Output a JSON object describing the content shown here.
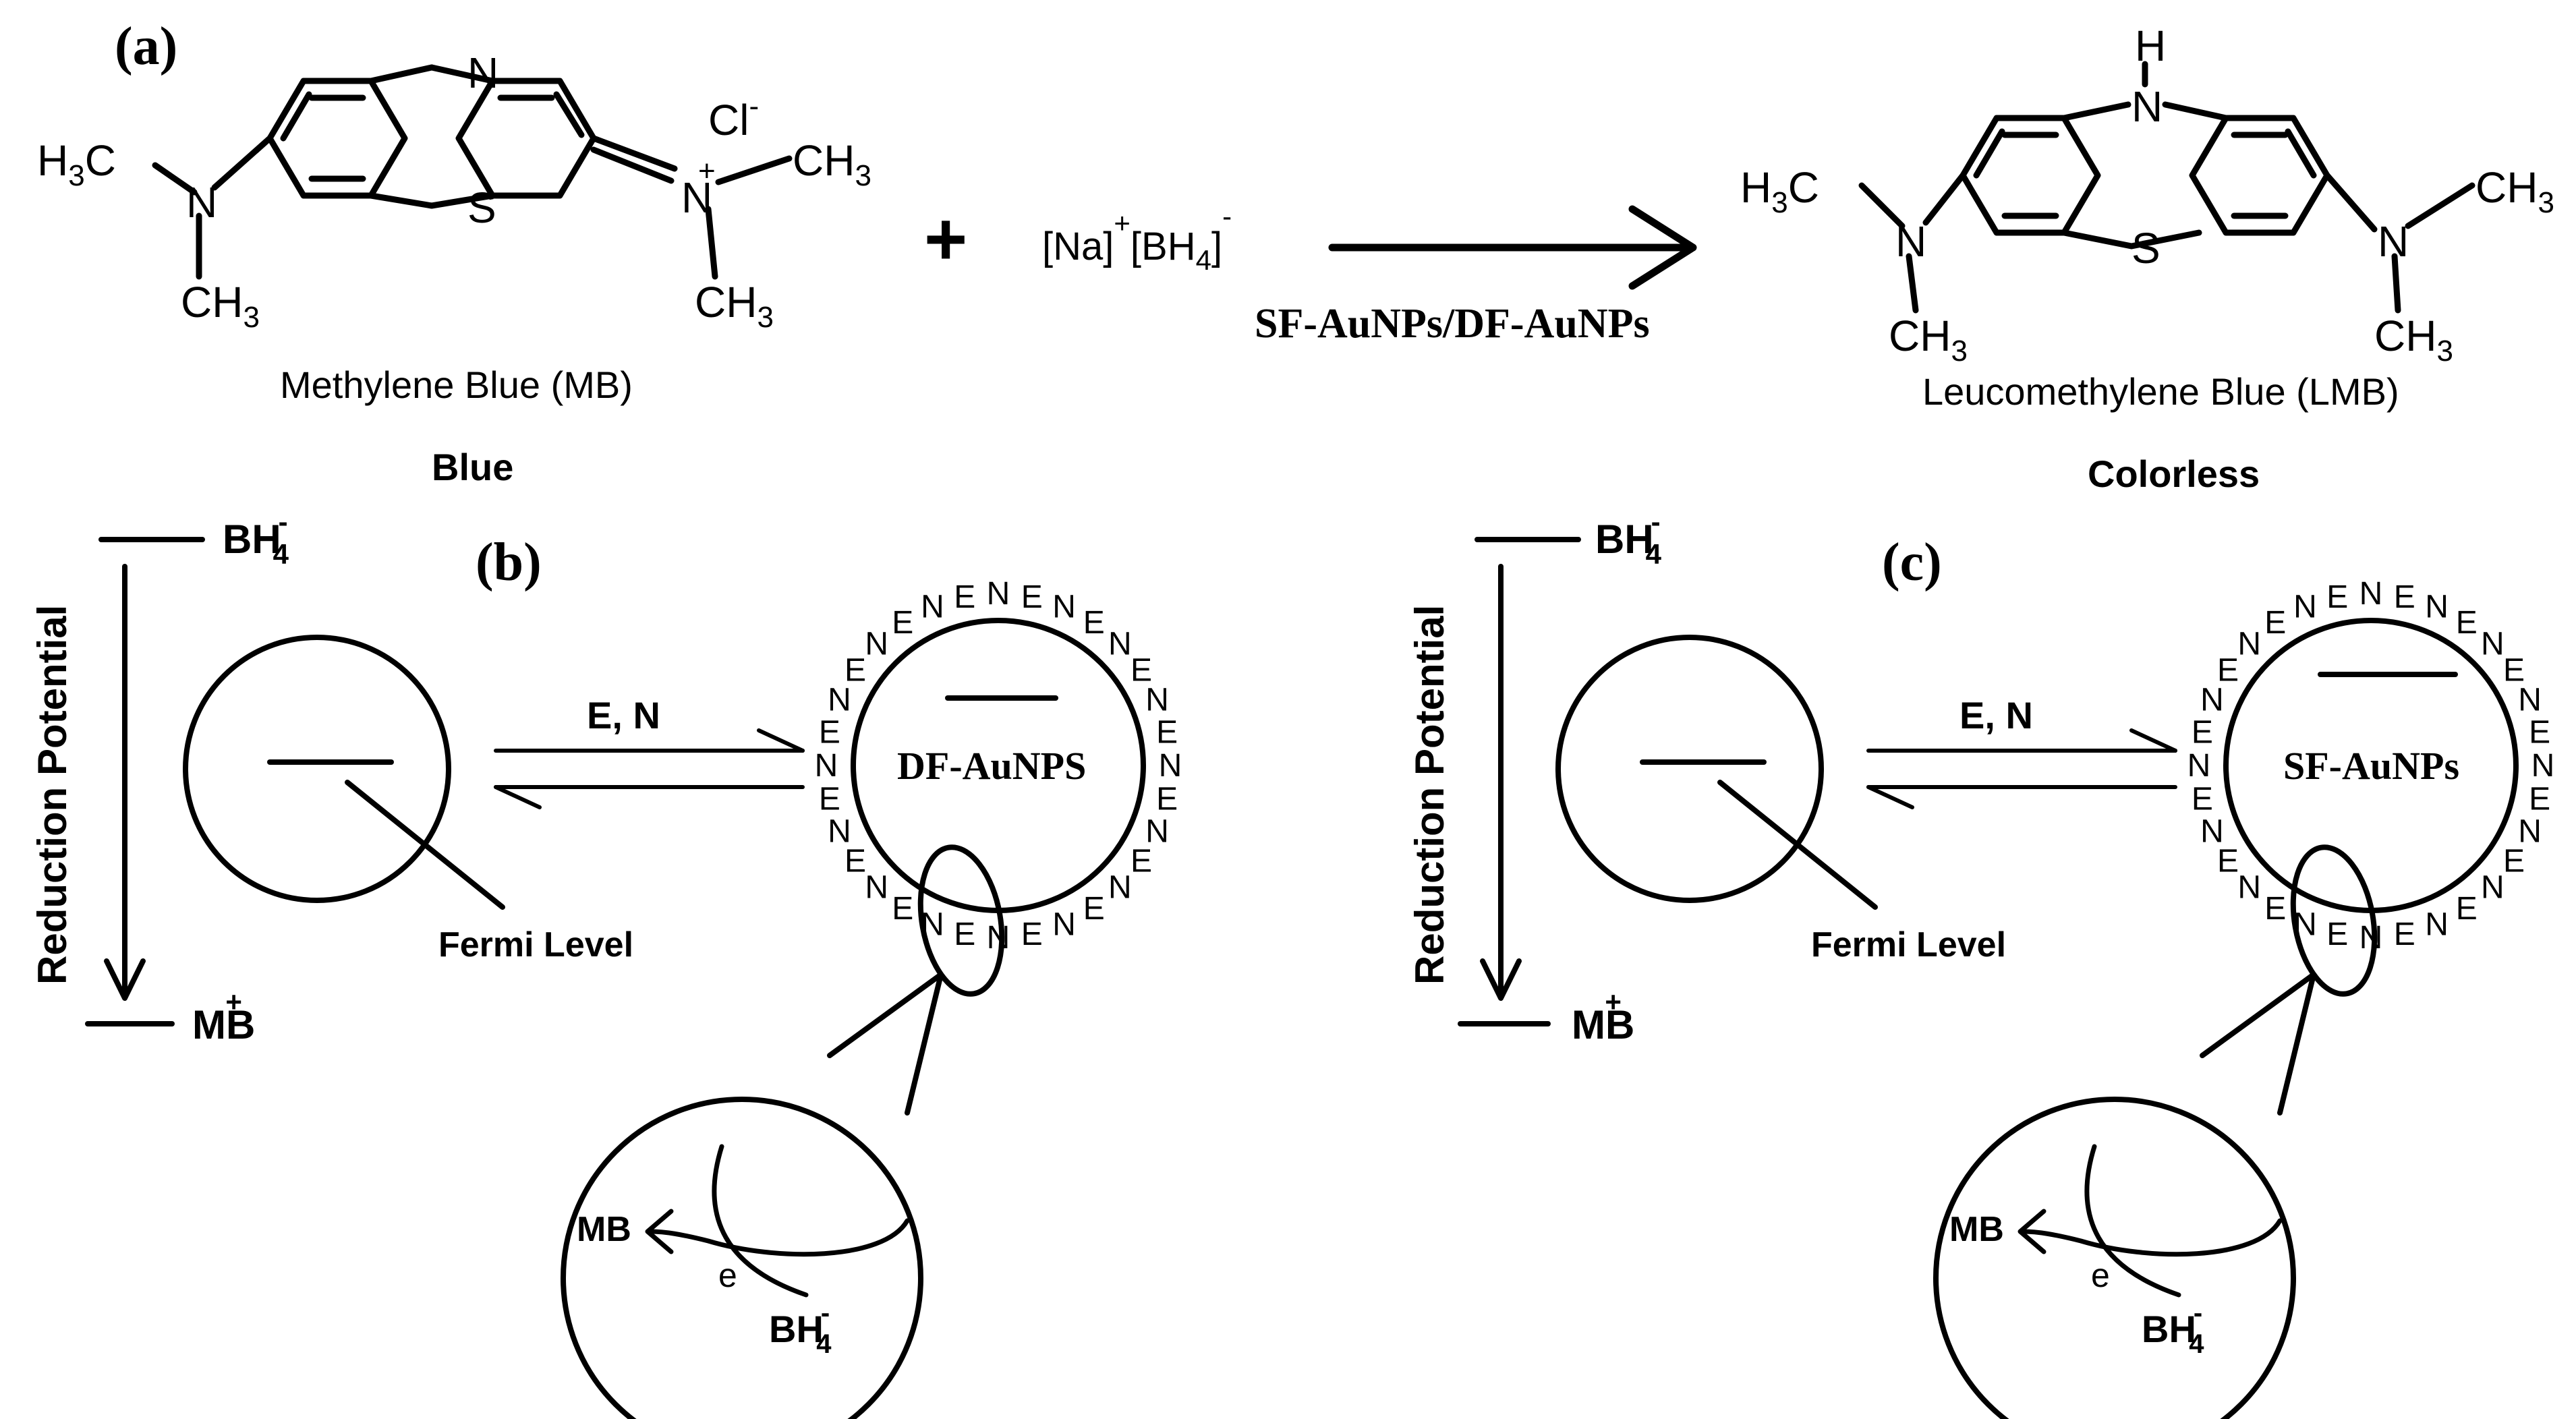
{
  "panel_a": {
    "label": "(a)",
    "reactant_name": "Methylene Blue (MB)",
    "reactant_color": "Blue",
    "product_name": "Leucomethylene Blue (LMB)",
    "product_color": "Colorless",
    "plus_sign": "+",
    "catalyst": "SF-AuNPs/DF-AuNPs",
    "mb_atoms": {
      "ring_n": "N",
      "ring_s": "S",
      "left_n": "N",
      "right_n": "N",
      "h3c": "H",
      "h3c_sub": "3",
      "h3c_c": "C",
      "ch": "CH",
      "three": "3",
      "plus": "+",
      "cl": "Cl",
      "cl_charge": "-"
    },
    "lmb_atoms": {
      "ring_nh": "H",
      "ring_n": "N",
      "ring_s": "S",
      "left_n": "N",
      "right_n": "N"
    },
    "reagent": {
      "na": "[Na]",
      "na_charge": "+",
      "bh": "[BH",
      "bh_sub": "4",
      "bh_close": "]",
      "bh_charge": "-"
    }
  },
  "panel_b": {
    "label": "(b)",
    "nanoparticle": "DF-AuNPS",
    "equilibrium_label": "E, N",
    "fermi": "Fermi Level",
    "axis": "Reduction Potential",
    "top_species": "BH",
    "top_sub": "4",
    "top_charge": "-",
    "bottom_species": "MB",
    "bottom_charge": "+",
    "detail_mb": "MB",
    "detail_e": "e",
    "detail_bh": "BH",
    "detail_bh_sub": "4",
    "detail_bh_charge": "-",
    "shell_letters": [
      "N",
      "E",
      "N",
      "E",
      "N",
      "E",
      "N",
      "E",
      "N",
      "E",
      "N",
      "E",
      "N",
      "E",
      "N",
      "E",
      "N",
      "E",
      "N",
      "E",
      "N",
      "E",
      "N",
      "E",
      "N",
      "E",
      "N",
      "E",
      "N",
      "E",
      "N",
      "E"
    ]
  },
  "panel_c": {
    "label": "(c)",
    "nanoparticle": "SF-AuNPs",
    "equilibrium_label": "E, N",
    "fermi": "Fermi Level",
    "axis": "Reduction Potential",
    "top_species": "BH",
    "top_sub": "4",
    "top_charge": "-",
    "bottom_species": "MB",
    "bottom_charge": "+",
    "detail_mb": "MB",
    "detail_e": "e",
    "detail_bh": "BH",
    "detail_bh_sub": "4",
    "detail_bh_charge": "-",
    "shell_letters": [
      "N",
      "E",
      "N",
      "E",
      "N",
      "E",
      "N",
      "E",
      "N",
      "E",
      "N",
      "E",
      "N",
      "E",
      "N",
      "E",
      "N",
      "E",
      "N",
      "E",
      "N",
      "E",
      "N",
      "E",
      "N",
      "E",
      "N",
      "E",
      "N",
      "E",
      "N",
      "E"
    ]
  }
}
